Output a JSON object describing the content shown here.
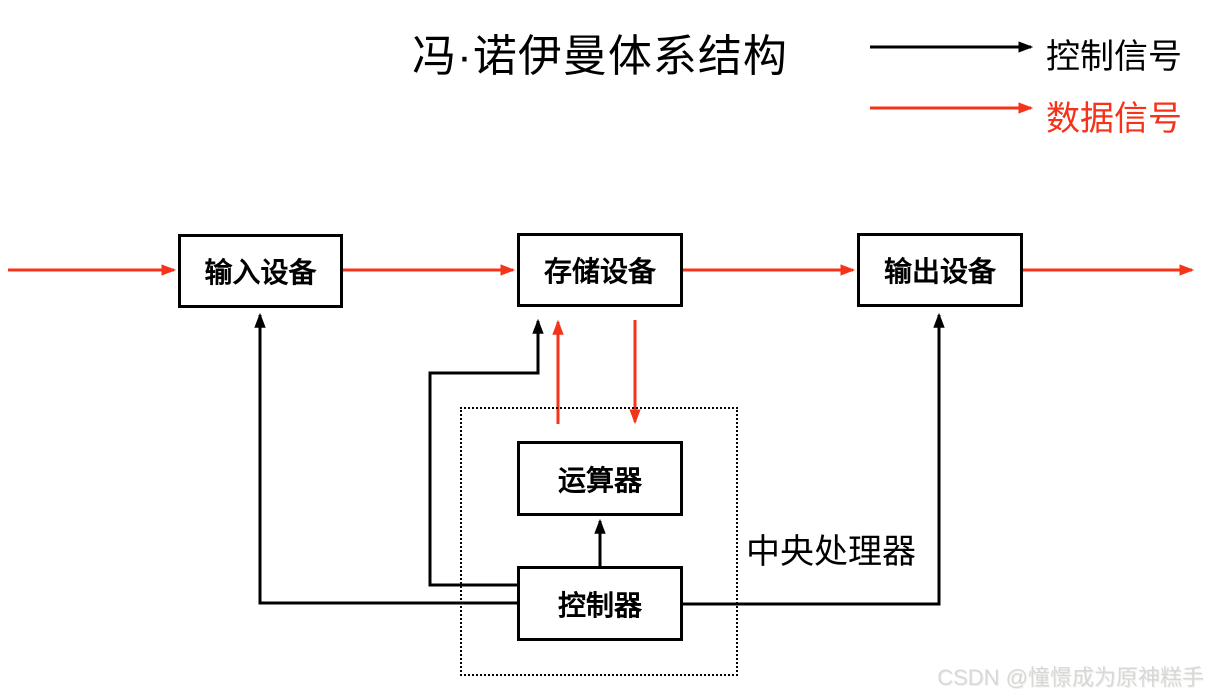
{
  "title": "冯·诺伊曼体系结构",
  "legend": {
    "control_label": "控制信号",
    "data_label": "数据信号"
  },
  "nodes": {
    "input_device": {
      "label": "输入设备"
    },
    "storage_device": {
      "label": "存储设备"
    },
    "output_device": {
      "label": "输出设备"
    },
    "alu": {
      "label": "运算器"
    },
    "control_unit": {
      "label": "控制器"
    },
    "cpu_group": {
      "label": "中央处理器"
    }
  },
  "edges": [
    {
      "type": "data",
      "from": "external",
      "to": "input_device"
    },
    {
      "type": "data",
      "from": "input_device",
      "to": "storage_device"
    },
    {
      "type": "data",
      "from": "storage_device",
      "to": "output_device"
    },
    {
      "type": "data",
      "from": "output_device",
      "to": "external"
    },
    {
      "type": "data",
      "from": "alu",
      "to": "storage_device"
    },
    {
      "type": "data",
      "from": "storage_device",
      "to": "alu"
    },
    {
      "type": "control",
      "from": "control_unit",
      "to": "storage_device"
    },
    {
      "type": "control",
      "from": "control_unit",
      "to": "input_device"
    },
    {
      "type": "control",
      "from": "control_unit",
      "to": "output_device"
    },
    {
      "type": "control",
      "from": "control_unit",
      "to": "alu"
    }
  ],
  "watermark": "CSDN @憧憬成为原神糕手",
  "colors": {
    "control-signal": "#000000",
    "data-signal": "#f5331a",
    "watermark-gray": "#d8d8d6"
  }
}
